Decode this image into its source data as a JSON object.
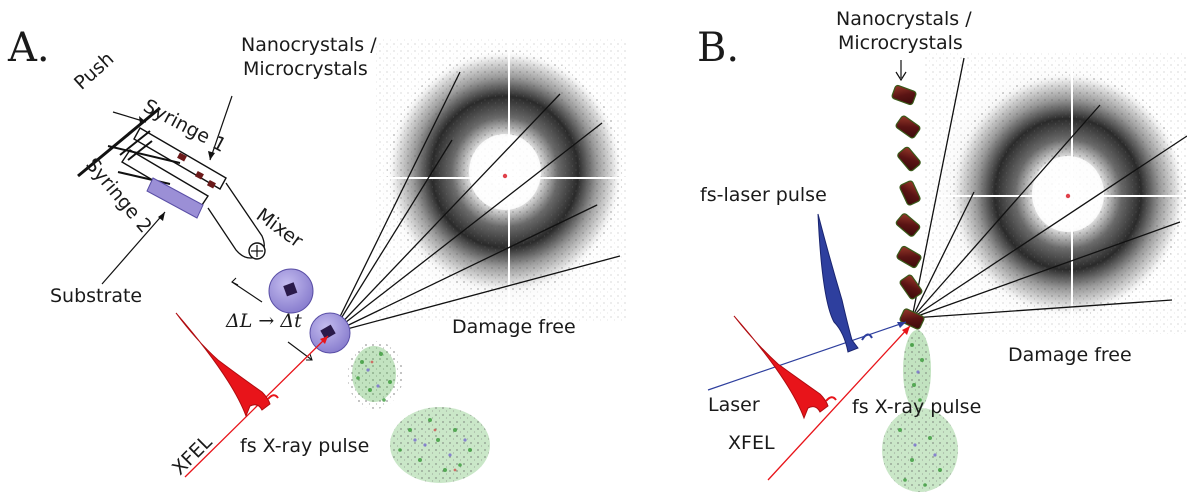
{
  "panel_a": {
    "letter": "A.",
    "push_label": "Push",
    "syringe1_label": "Syringe 1",
    "syringe2_label": "Syringe 2",
    "crystals_line1": "Nanocrystals /",
    "crystals_line2": "Microcrystals",
    "mixer_label": "Mixer",
    "substrate_label": "Substrate",
    "delay_dl": "ΔL",
    "delay_arrow": "→",
    "delay_dt": "Δt",
    "damage_label": "Damage free",
    "xfel_label": "XFEL",
    "pulse_label": "fs X-ray pulse"
  },
  "panel_b": {
    "letter": "B.",
    "crystals_line1": "Nanocrystals /",
    "crystals_line2": "Microcrystals",
    "laser_pulse_label": "fs-laser pulse",
    "damage_label": "Damage free",
    "laser_label": "Laser",
    "pulse_label": "fs X-ray pulse",
    "xfel_label": "XFEL"
  },
  "colors": {
    "xfel_pulse": "#e8141a",
    "laser_pulse": "#2e3f9e",
    "droplet": "#9b8fd6",
    "crystal": "#6b1a1a",
    "diffraction": "#303030"
  }
}
